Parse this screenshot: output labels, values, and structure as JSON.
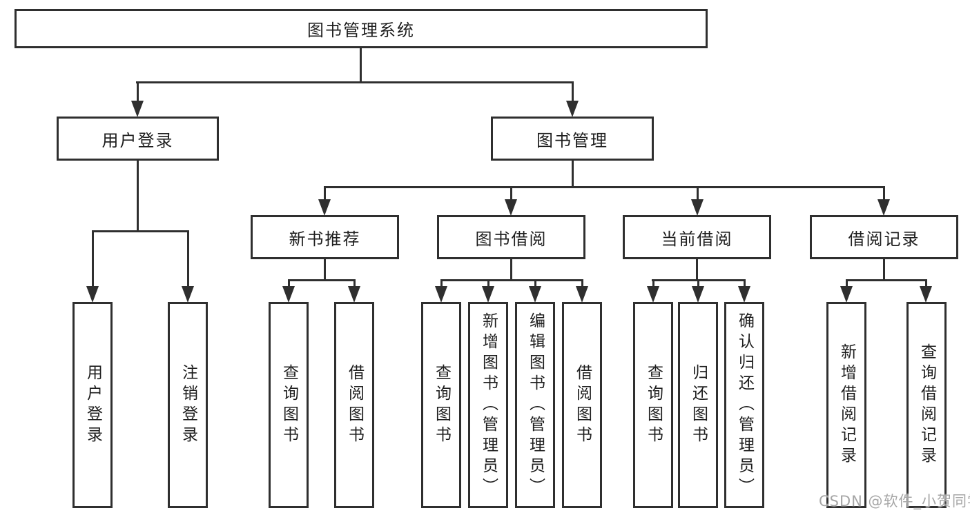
{
  "diagram": {
    "title": "图书管理系统",
    "level2": [
      {
        "label": "用户登录",
        "children": [
          "用户登录",
          "注销登录"
        ]
      },
      {
        "label": "图书管理"
      }
    ],
    "level3": [
      {
        "label": "新书推荐",
        "children": [
          "查询图书",
          "借阅图书"
        ]
      },
      {
        "label": "图书借阅",
        "children": [
          "查询图书",
          "新增图书（管理员）",
          "编辑图书（管理员）",
          "借阅图书"
        ]
      },
      {
        "label": "当前借阅",
        "children": [
          "查询图书",
          "归还图书",
          "确认归还（管理员）"
        ]
      },
      {
        "label": "借阅记录",
        "children": [
          "新增借阅记录",
          "查询借阅记录"
        ]
      }
    ],
    "line_color": "#2f2f2f"
  },
  "watermark": {
    "text": "CSDN @软件_小贺同学"
  }
}
